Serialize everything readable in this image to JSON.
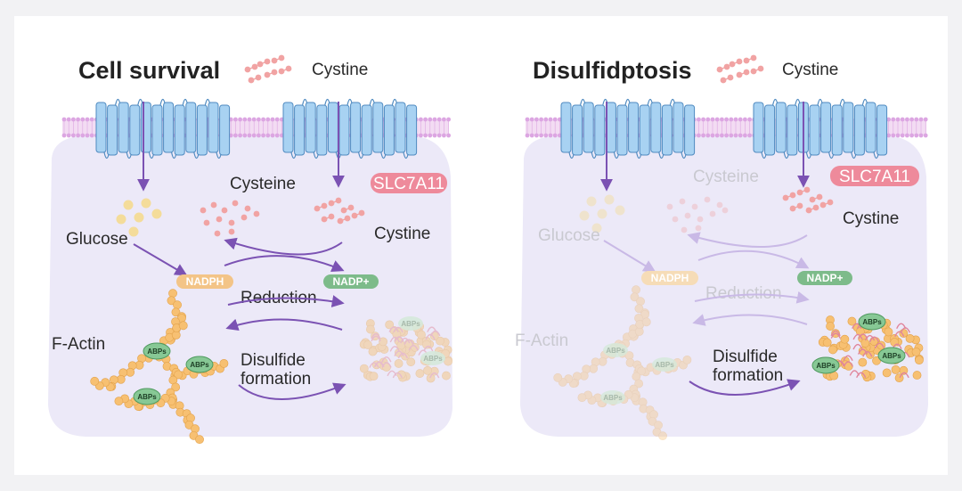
{
  "panels": [
    {
      "title": "Cell survival",
      "cystine_top": "Cystine",
      "cysteine": "Cysteine",
      "slc7a11": "SLC7A11",
      "cystine_inner": "Cystine",
      "glucose": "Glucose",
      "nadph": "NADPH",
      "nadp_plus": "NADP+",
      "reduction": "Reduction",
      "f_actin": "F-Actin",
      "disulfide_line1": "Disulfide",
      "disulfide_line2": "formation",
      "abps": [
        "ABPs",
        "ABPs",
        "ABPs",
        "ABPs",
        "ABPs"
      ]
    },
    {
      "title": "Disulfidptosis",
      "cystine_top": "Cystine",
      "cysteine": "Cysteine",
      "slc7a11": "SLC7A11",
      "cystine_inner": "Cystine",
      "glucose": "Glucose",
      "nadph": "NADPH",
      "nadp_plus": "NADP+",
      "reduction": "Reduction",
      "f_actin": "F-Actin",
      "disulfide_line1": "Disulfide",
      "disulfide_line2": "formation",
      "abps": [
        "ABPs",
        "ABPs",
        "ABPs",
        "ABPs",
        "ABPs",
        "ABPs"
      ]
    }
  ],
  "colors": {
    "cell": "#ece9f8",
    "membrane": "#dca6e2",
    "transporter": "#a8d2f2",
    "transporter_stroke": "#4f8ac0",
    "arrow": "#7b52b3",
    "nadph": "#f3c487",
    "nadp": "#7dbb8a",
    "slc": "#ee8a9b",
    "actin": "#f7c072",
    "abp": "#87c895",
    "cystine_dot": "#f1a3a3",
    "glucose_dot": "#f4dc9a",
    "disulfide_bond": "#e0859b"
  }
}
